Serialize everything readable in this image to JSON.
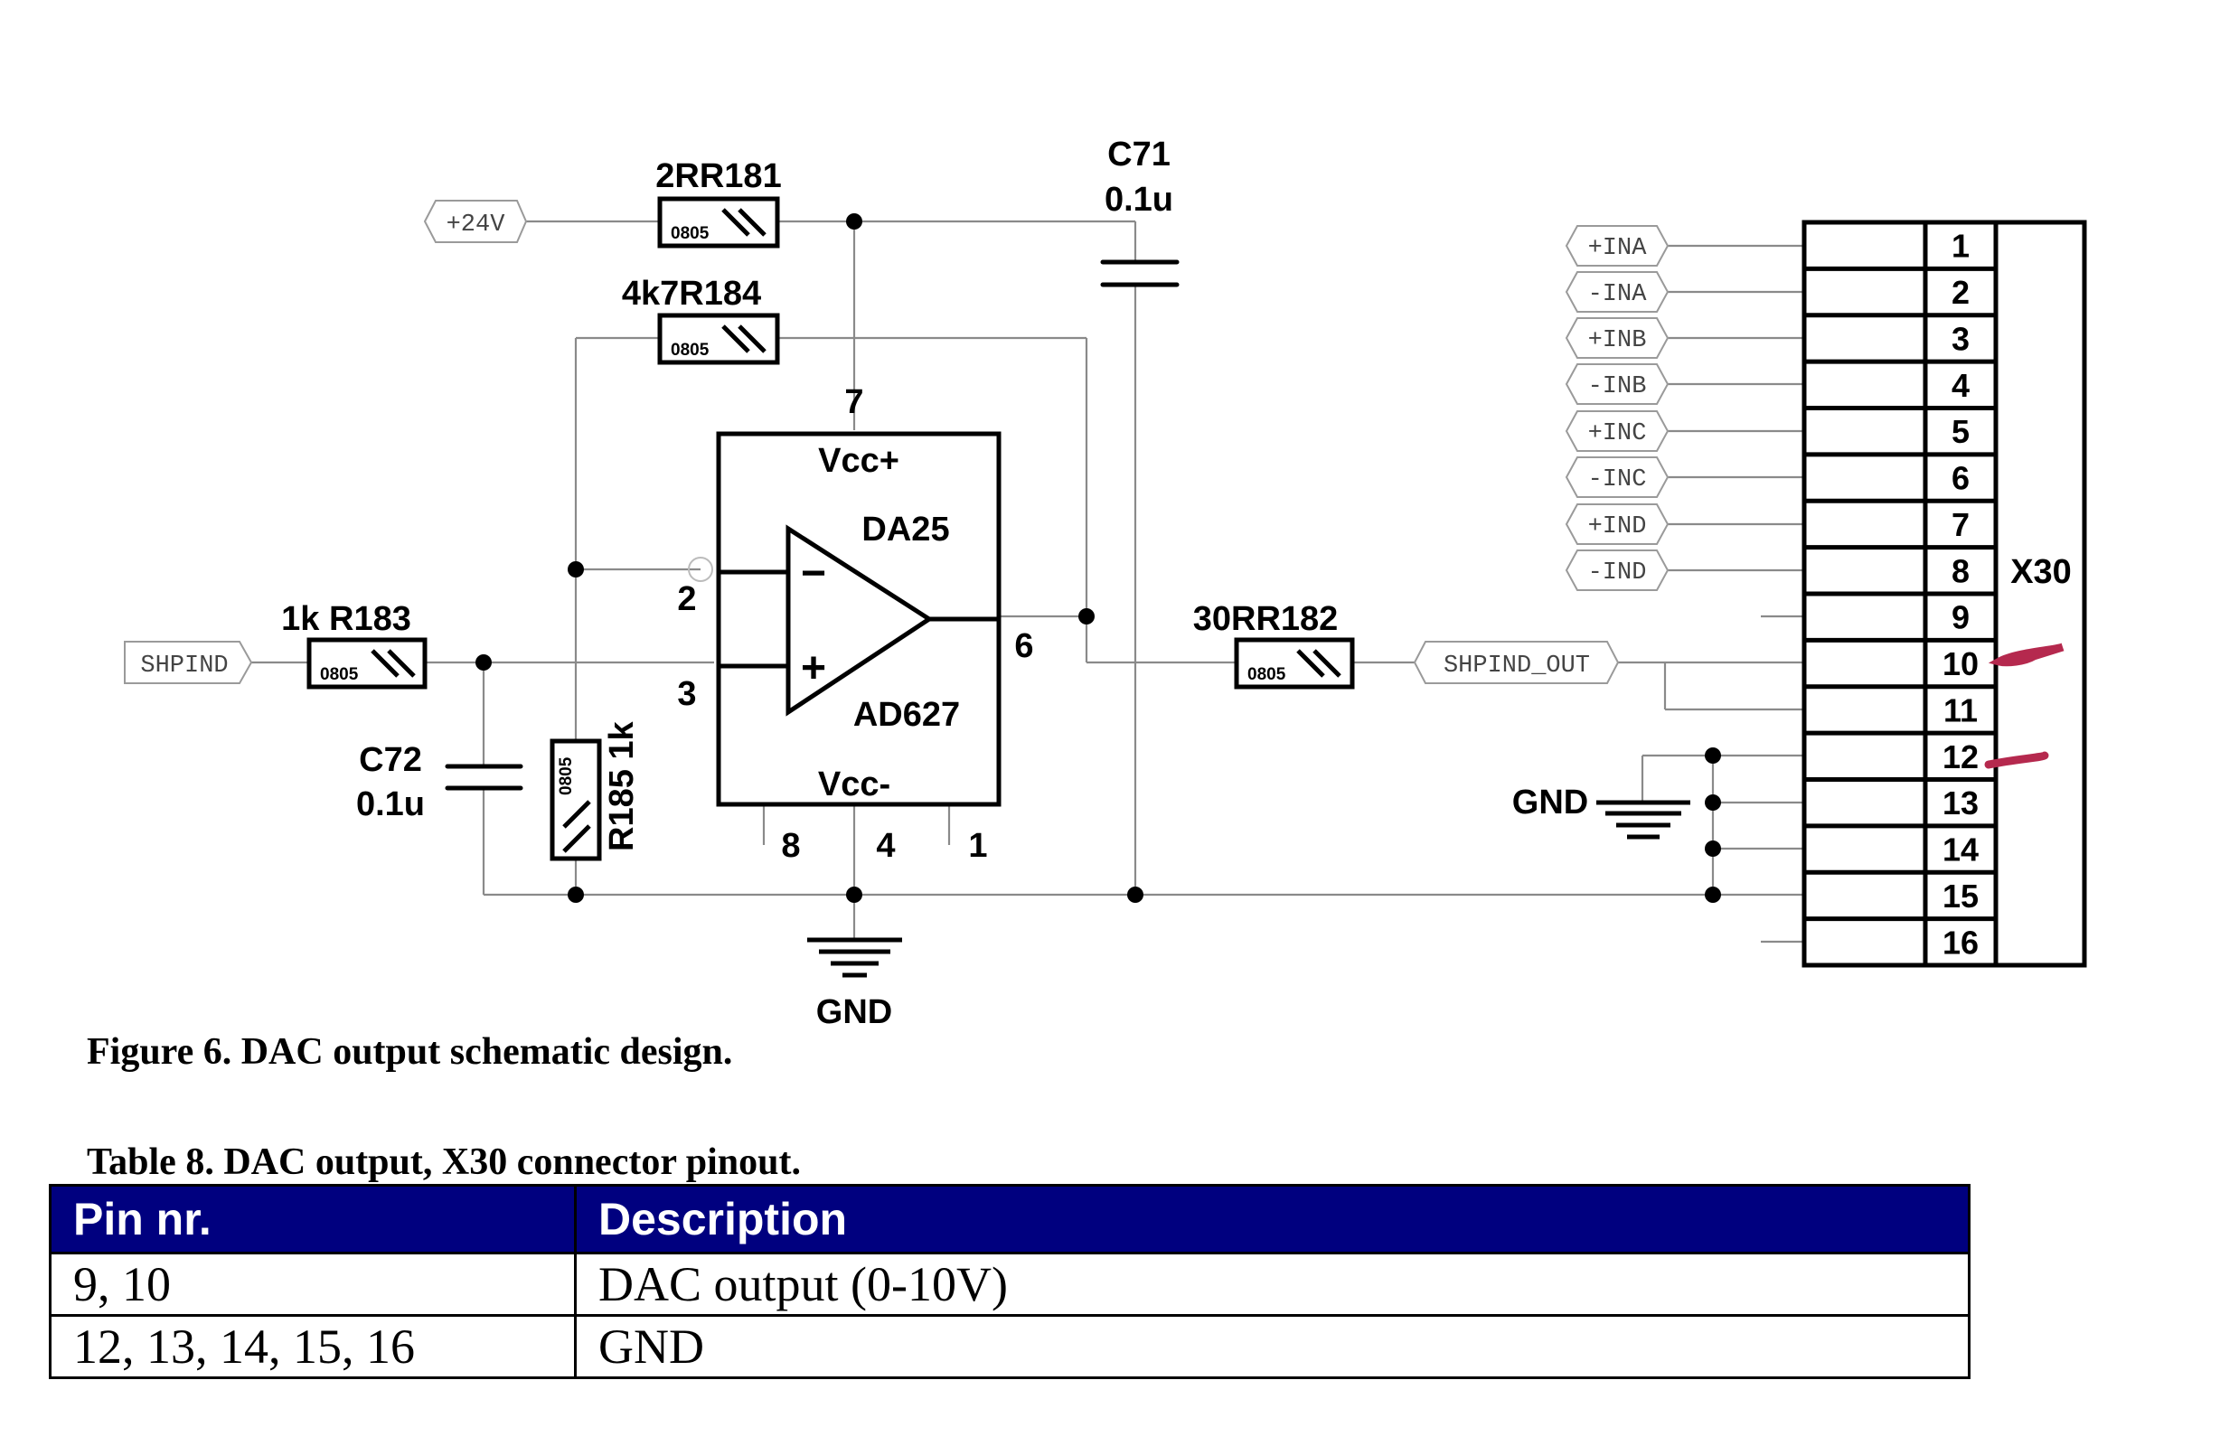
{
  "schematic": {
    "power_net": "+24V",
    "resistors": [
      {
        "ref": "R181",
        "value": "2R",
        "package": "0805"
      },
      {
        "ref": "R184",
        "value": "4k7",
        "package": "0805"
      },
      {
        "ref": "R183",
        "value": "1k",
        "package": "0805"
      },
      {
        "ref": "R185",
        "value": "1k",
        "package": "0805"
      },
      {
        "ref": "R182",
        "value": "30R",
        "package": "0805"
      }
    ],
    "capacitors": [
      {
        "ref": "C71",
        "value": "0.1u"
      },
      {
        "ref": "C72",
        "value": "0.1u"
      }
    ],
    "amplifier": {
      "ref": "DA25",
      "part": "AD627",
      "vcc_pos": "Vcc+",
      "vcc_neg": "Vcc-",
      "pins": {
        "vpos": "7",
        "inv": "2",
        "noninv": "3",
        "out": "6",
        "rg1": "8",
        "vneg": "4",
        "rg2": "1"
      },
      "minus_sign": "−",
      "plus_sign": "+"
    },
    "input_net": "SHPIND",
    "output_net": "SHPIND_OUT",
    "ground_label": "GND",
    "connector": {
      "ref": "X30",
      "pins": [
        "1",
        "2",
        "3",
        "4",
        "5",
        "6",
        "7",
        "8",
        "9",
        "10",
        "11",
        "12",
        "13",
        "14",
        "15",
        "16"
      ],
      "nets": [
        "+INA",
        "-INA",
        "+INB",
        "-INB",
        "+INC",
        "-INC",
        "+IND",
        "-IND"
      ],
      "annotation_color": "#b5294e"
    }
  },
  "figure_caption": "Figure 6. DAC output schematic design.",
  "table": {
    "caption": "Table 8.  DAC output,  X30 connector pinout.",
    "header_color": "#00007f",
    "columns": [
      "Pin nr.",
      "Description"
    ],
    "rows": [
      [
        "9, 10",
        "DAC output (0-10V)"
      ],
      [
        "12, 13, 14, 15, 16",
        "GND"
      ]
    ]
  }
}
